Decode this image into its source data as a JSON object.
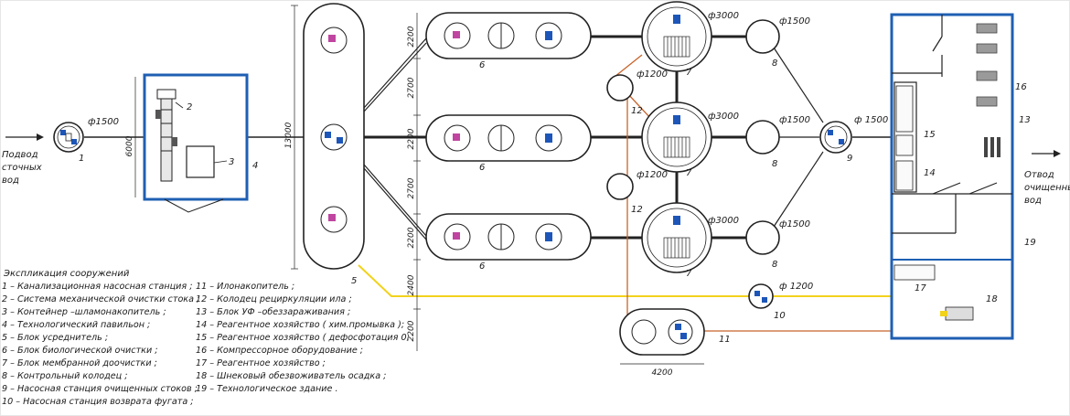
{
  "colors": {
    "line": "#222222",
    "building": "#1f5fb3",
    "yellow_pipe": "#f2d21b",
    "orange_pipe": "#c8632a",
    "pump_blue": "#1d56b8",
    "mixer_pink": "#c045a0",
    "grey": "#8a8a8a"
  },
  "texts": {
    "inlet": [
      "Подвод",
      "сточных",
      "вод"
    ],
    "outlet": [
      "Отвод",
      "очищенных",
      "вод"
    ],
    "d1500": "ф1500",
    "d1500b": "ф 1500",
    "d3000": "ф3000",
    "d1200": "ф1200",
    "d1200b": "ф 1200"
  },
  "dims": {
    "h13000": "13000",
    "w6000": "6000",
    "d2200": "2200",
    "d2700": "2700",
    "d2400": "2400",
    "w4200": "4200"
  },
  "callouts": [
    "1",
    "2",
    "3",
    "4",
    "5",
    "6",
    "7",
    "8",
    "9",
    "10",
    "11",
    "12",
    "13",
    "14",
    "15",
    "16",
    "17",
    "18",
    "19"
  ],
  "legend": {
    "title": "Экспликация сооружений",
    "col1": [
      "1 –  Канализационная насосная станция ;",
      "2 –  Система механической очистки стока ;",
      "3 –  Контейнер –шламонакопитель ;",
      "4 –  Технологический павильон ;",
      "5 –  Блок усреднитель ;",
      "6 –  Блок биологической очистки ;",
      "7 –  Блок мембранной доочистки ;",
      "8 –  Контрольный колодец ;",
      "9 –  Насосная станция очищенных стоков ;",
      "10 –  Насосная станция возврата фугата ;"
    ],
    "col2": [
      "11 –  Илонакопитель ;",
      "12 –  Колодец рециркуляции ила ;",
      "13 –  Блок УФ –обеззараживания ;",
      "14 –  Реагентное хозяйство  ( хим.промывка );",
      "15 –  Реагентное хозяйство  ( дефосфотация 0;",
      "16 –  Компрессорное оборудование ;",
      "17 –  Реагентное хозяйство ;",
      "18 –  Шнековый обезвоживатель осадка ;",
      "19 –  Технологическое здание ."
    ]
  }
}
